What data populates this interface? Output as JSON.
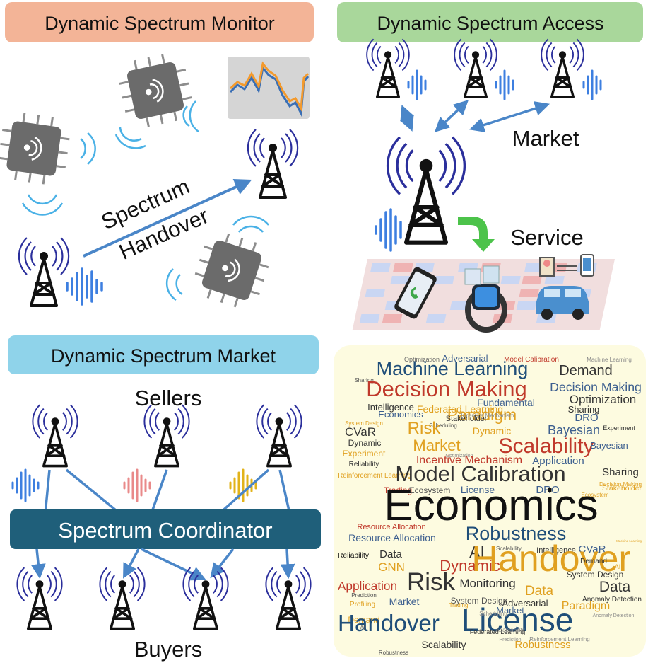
{
  "panels": {
    "monitor": {
      "title": "Dynamic Spectrum Monitor",
      "handover_label_1": "Spectrum",
      "handover_label_2": "Handover"
    },
    "access": {
      "title": "Dynamic Spectrum Access",
      "market_label": "Market",
      "service_label": "Service"
    },
    "market": {
      "title": "Dynamic Spectrum Market",
      "sellers_label": "Sellers",
      "buyers_label": "Buyers",
      "coordinator_label": "Spectrum Coordinator"
    }
  },
  "colors": {
    "monitor_title_bg": "#f3b497",
    "access_title_bg": "#a9d79b",
    "market_title_bg": "#8fd3ea",
    "coordinator_bg": "#1f5f7a",
    "arrow": "#4a86c8",
    "tower": "#111111",
    "radio_waves": "#2b2f9c",
    "signal_blue": "#3d7fe0",
    "signal_pink": "#e98a8a",
    "signal_yellow": "#e2b31a",
    "service_arrow": "#4cc34a",
    "chip": "#6b6b6b",
    "wifi_wave": "#4ab1e6"
  },
  "icons": [
    "tower-icon",
    "chip-wifi-icon",
    "signal-wave-icon",
    "spectrum-graph-icon",
    "smartphone-icon",
    "smartwatch-icon",
    "car-icon"
  ],
  "word_cloud": {
    "words": [
      "Optimization",
      "Adversarial",
      "Model Calibration",
      "Machine Learning",
      "Machine Learning",
      "Demand",
      "Sharing",
      "Decision Making",
      "Decision Making",
      "Optimization",
      "Intelligence",
      "Fundamental",
      "Economics",
      "Federated Learning",
      "Paradigm",
      "Sharing",
      "Incentive Mechanism",
      "Stakeholder",
      "DRO",
      "System Design",
      "Scheduling",
      "CVaR",
      "Risk",
      "Dynamic",
      "Bayesian",
      "Experiment",
      "Dynamic",
      "Scalability",
      "Bayesian",
      "Market",
      "Experiment",
      "Optimization",
      "Reliability",
      "Incentive Mechanism",
      "Application",
      "Reinforcement Learning",
      "Model Calibration",
      "Sharing",
      "Decision Making",
      "Trading",
      "Ecosystem",
      "License",
      "DRO",
      "Stakeholder",
      "Ecosystem",
      "Economics",
      "Resource Allocation",
      "Robustness",
      "Resource Allocation",
      "Machine Learning",
      "Reliability",
      "Data",
      "AI",
      "Scalability",
      "Intelligence",
      "CVaR",
      "GNN",
      "Dynamic",
      "Handover",
      "Demand",
      "AI",
      "Application",
      "System Design",
      "Risk",
      "Monitoring",
      "Data",
      "Data",
      "Prediction",
      "Market",
      "System Design",
      "Adversarial",
      "Anomaly Detection",
      "Profiling",
      "Trading",
      "Paradigm",
      "Market",
      "Demand",
      "Handover",
      "License",
      "AI",
      "Robustness",
      "Scalability",
      "Robustness",
      "Prediction",
      "Reinforcement Learning",
      "Scheduling",
      "Anomaly Detection",
      "Federated Learning",
      "Adaptability",
      "Intelligence",
      "Monitoring",
      "Profiling"
    ]
  }
}
